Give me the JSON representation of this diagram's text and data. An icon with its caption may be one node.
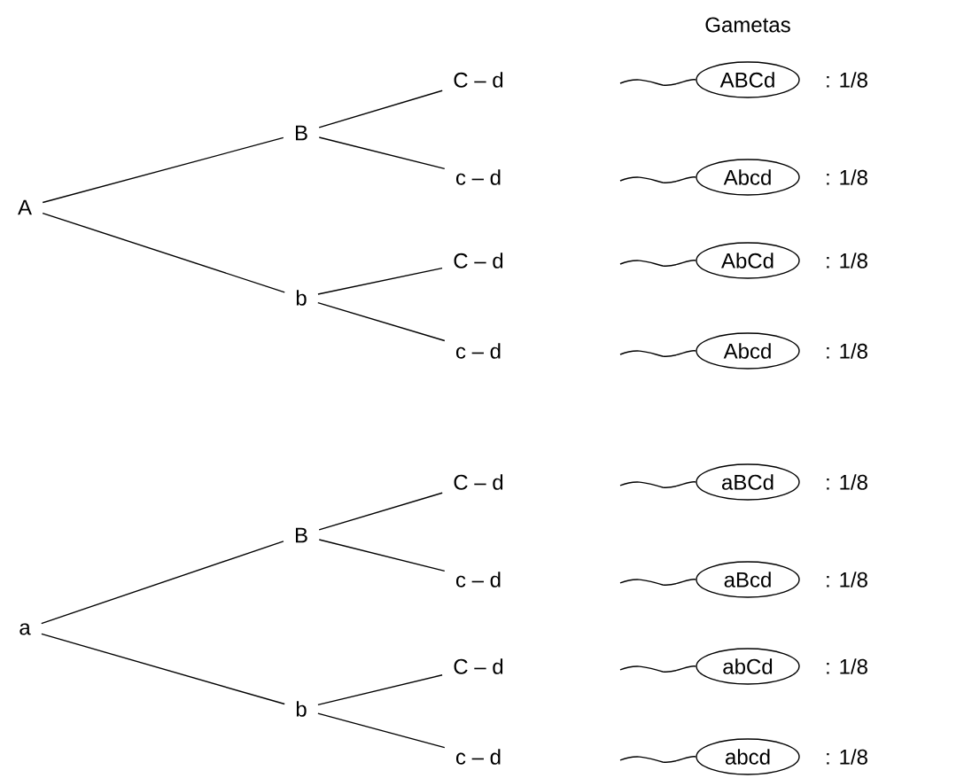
{
  "diagram": {
    "nodes": [
      {
        "text": [
          "A"
        ]
      },
      {
        "text": [
          "B"
        ]
      },
      {
        "text": [
          "b"
        ]
      },
      {
        "text": [
          "C – d"
        ]
      },
      {
        "text": [
          "c – d"
        ]
      },
      {
        "text": [
          "C – d"
        ]
      },
      {
        "text": [
          "c – d"
        ]
      },
      {
        "text": [
          "ABCd"
        ],
        "beside": [
          ": 1/8"
        ]
      },
      {
        "text": [
          "Abcd"
        ],
        "beside": [
          ": 1/8"
        ]
      },
      {
        "text": [
          "AbCd"
        ],
        "beside": [
          ": 1/8"
        ]
      },
      {
        "text": [
          "Abcd"
        ],
        "beside": [
          ": 1/8"
        ]
      },
      {
        "text": [
          "a"
        ]
      },
      {
        "text": [
          "B"
        ]
      },
      {
        "text": [
          "b"
        ]
      },
      {
        "text": [
          "C – d"
        ]
      },
      {
        "text": [
          "c – d"
        ]
      },
      {
        "text": [
          "C – d"
        ]
      },
      {
        "text": [
          "c – d"
        ]
      },
      {
        "text": [
          "aBCd"
        ],
        "beside": [
          ": 1/8"
        ]
      },
      {
        "text": [
          "aBcd"
        ],
        "beside": [
          ": 1/8"
        ]
      },
      {
        "text": [
          "abCd"
        ],
        "beside": [
          ": 1/8"
        ]
      },
      {
        "text": [
          "abcd"
        ],
        "beside": [
          ": 1/8"
        ]
      }
    ],
    "edges": [
      {
        "from": 0,
        "to": 1,
        "arrow": "none"
      },
      {
        "from": 0,
        "to": 2,
        "arrow": "none"
      },
      {
        "from": 1,
        "to": 3,
        "arrow": "none"
      },
      {
        "from": 1,
        "to": 4,
        "arrow": "none"
      },
      {
        "from": 2,
        "to": 5,
        "arrow": "none"
      },
      {
        "from": 2,
        "to": 6,
        "arrow": "none"
      },
      {
        "from": 11,
        "to": 12,
        "arrow": "none"
      },
      {
        "from": 11,
        "to": 13,
        "arrow": "none"
      },
      {
        "from": 12,
        "to": 14,
        "arrow": "none"
      },
      {
        "from": 12,
        "to": 15,
        "arrow": "none"
      },
      {
        "from": 13,
        "to": 16,
        "arrow": "none"
      },
      {
        "from": 13,
        "to": 17,
        "arrow": "none"
      }
    ],
    "labels": [
      "Gametas"
    ]
  }
}
